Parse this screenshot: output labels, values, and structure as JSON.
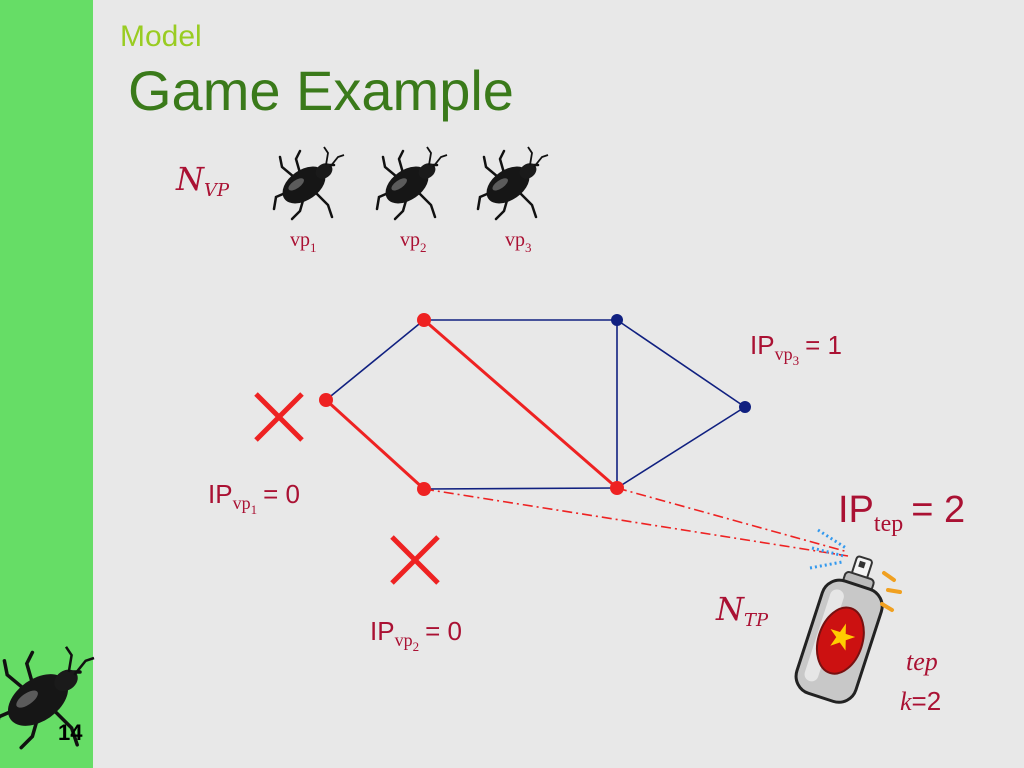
{
  "slide": {
    "section": "Model",
    "title": "Game Example",
    "page_number": "14"
  },
  "sets": {
    "vp_label": "Ν",
    "vp_subscript": "VP",
    "tp_label": "Ν",
    "tp_subscript": "TP"
  },
  "viruses": [
    {
      "label": "vp",
      "sub": "1"
    },
    {
      "label": "vp",
      "sub": "2"
    },
    {
      "label": "vp",
      "sub": "3"
    }
  ],
  "payoffs": {
    "vp1": {
      "main": "IP",
      "sub": "vp",
      "subsub": "1",
      "value": "= 0"
    },
    "vp2": {
      "main": "IP",
      "sub": "vp",
      "subsub": "2",
      "value": "= 0"
    },
    "vp3": {
      "main": "IP",
      "sub": "vp",
      "subsub": "3",
      "value": "= 1"
    },
    "tep": {
      "main": "IP",
      "sub": "tep",
      "value": "= 2"
    }
  },
  "tep": {
    "name": "tep",
    "k_label": "k",
    "k_value": "=2"
  },
  "colors": {
    "sidebar": "#66dd66",
    "section": "#99cc22",
    "title": "#3a7a1a",
    "red": "#ee2222",
    "blue": "#102080",
    "text_red": "#aa1133"
  }
}
